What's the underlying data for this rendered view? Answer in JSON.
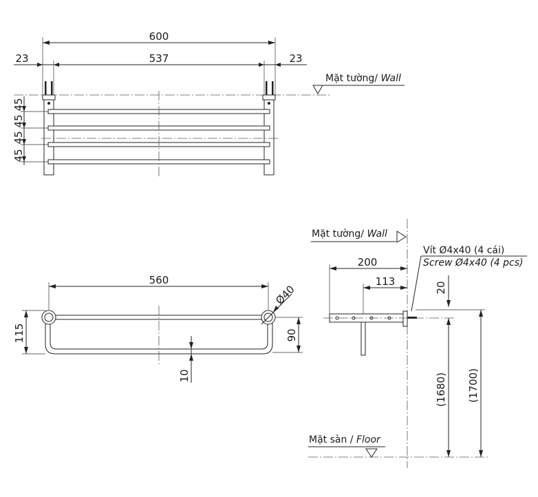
{
  "top_view": {
    "dim_overall": "600",
    "dim_inner": "537",
    "dim_left_offset": "23",
    "dim_right_offset": "23",
    "spacing": [
      "45",
      "45",
      "45",
      "45"
    ],
    "wall_label": "Mặt tường/",
    "wall_label_en": "Wall"
  },
  "front_view": {
    "dim_width": "560",
    "dim_diameter": "Ø40",
    "dim_height": "115",
    "dim_drop": "90",
    "dim_offset": "10"
  },
  "side_view": {
    "wall_label": "Mặt tường/",
    "wall_label_en": "Wall",
    "screw_label_vi": "Vít Ø4x40 (4 cái)",
    "screw_label_en": "Screw Ø4x40 (4 pcs)",
    "dim_depth": "200",
    "dim_mid": "113",
    "dim_top": "20",
    "dim_h1": "(1680)",
    "dim_h2": "(1700)",
    "floor_label": "Mặt sàn /",
    "floor_label_en": "Floor"
  }
}
